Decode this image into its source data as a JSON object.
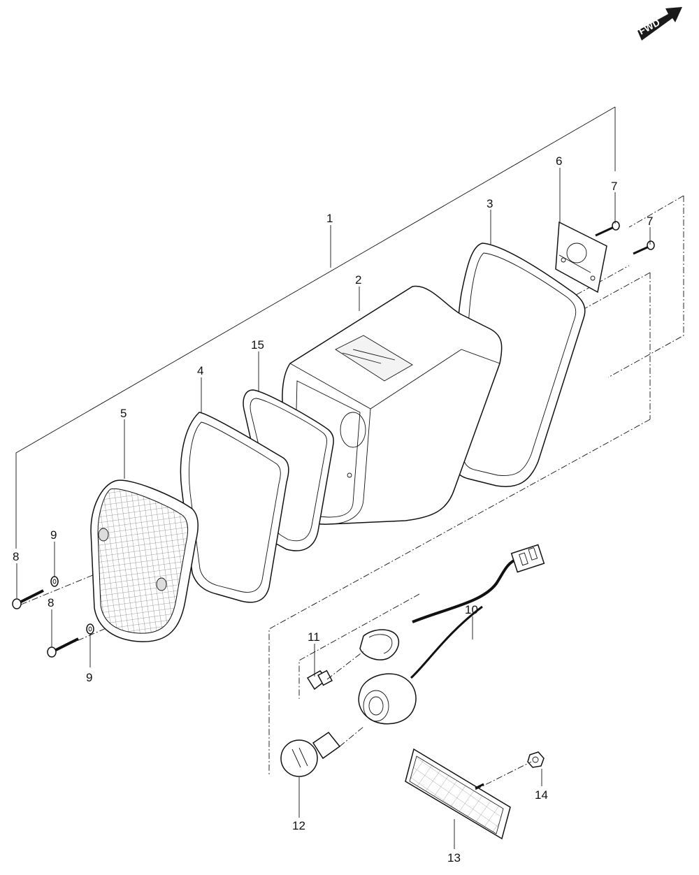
{
  "fwd_label": "FWD",
  "callouts": [
    {
      "id": "c1",
      "text": "1"
    },
    {
      "id": "c2",
      "text": "2"
    },
    {
      "id": "c3",
      "text": "3"
    },
    {
      "id": "c4",
      "text": "4"
    },
    {
      "id": "c5",
      "text": "5"
    },
    {
      "id": "c6",
      "text": "6"
    },
    {
      "id": "c7a",
      "text": "7"
    },
    {
      "id": "c7b",
      "text": "7"
    },
    {
      "id": "c8a",
      "text": "8"
    },
    {
      "id": "c8b",
      "text": "8"
    },
    {
      "id": "c9a",
      "text": "9"
    },
    {
      "id": "c9b",
      "text": "9"
    },
    {
      "id": "c10",
      "text": "10"
    },
    {
      "id": "c11",
      "text": "11"
    },
    {
      "id": "c12",
      "text": "12"
    },
    {
      "id": "c13",
      "text": "13"
    },
    {
      "id": "c14",
      "text": "14"
    },
    {
      "id": "c15",
      "text": "15"
    }
  ]
}
